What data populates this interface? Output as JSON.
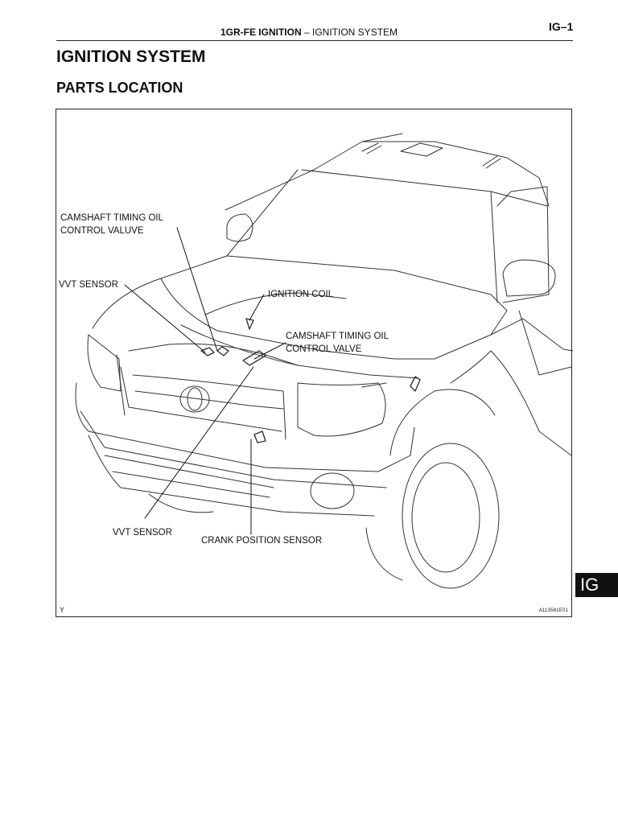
{
  "header": {
    "section_bold": "1GR-FE IGNITION",
    "dash": "–",
    "section": "IGNITION SYSTEM",
    "page_number": "IG–1"
  },
  "title": "IGNITION SYSTEM",
  "subtitle": "PARTS LOCATION",
  "figure": {
    "labels": {
      "camshaft_oil_control_valuve": "CAMSHAFT TIMING OIL\nCONTROL VALUVE",
      "vvt_sensor_upper": "VVT SENSOR",
      "ignition_coil": "IGNITION COIL",
      "camshaft_oil_control_valve": "CAMSHAFT TIMING OIL\nCONTROL VALVE",
      "vvt_sensor_lower": "VVT SENSOR",
      "crank_position_sensor": "CRANK POSITION SENSOR"
    },
    "marker": "Y",
    "code": "A113581E01"
  },
  "tab": "IG"
}
